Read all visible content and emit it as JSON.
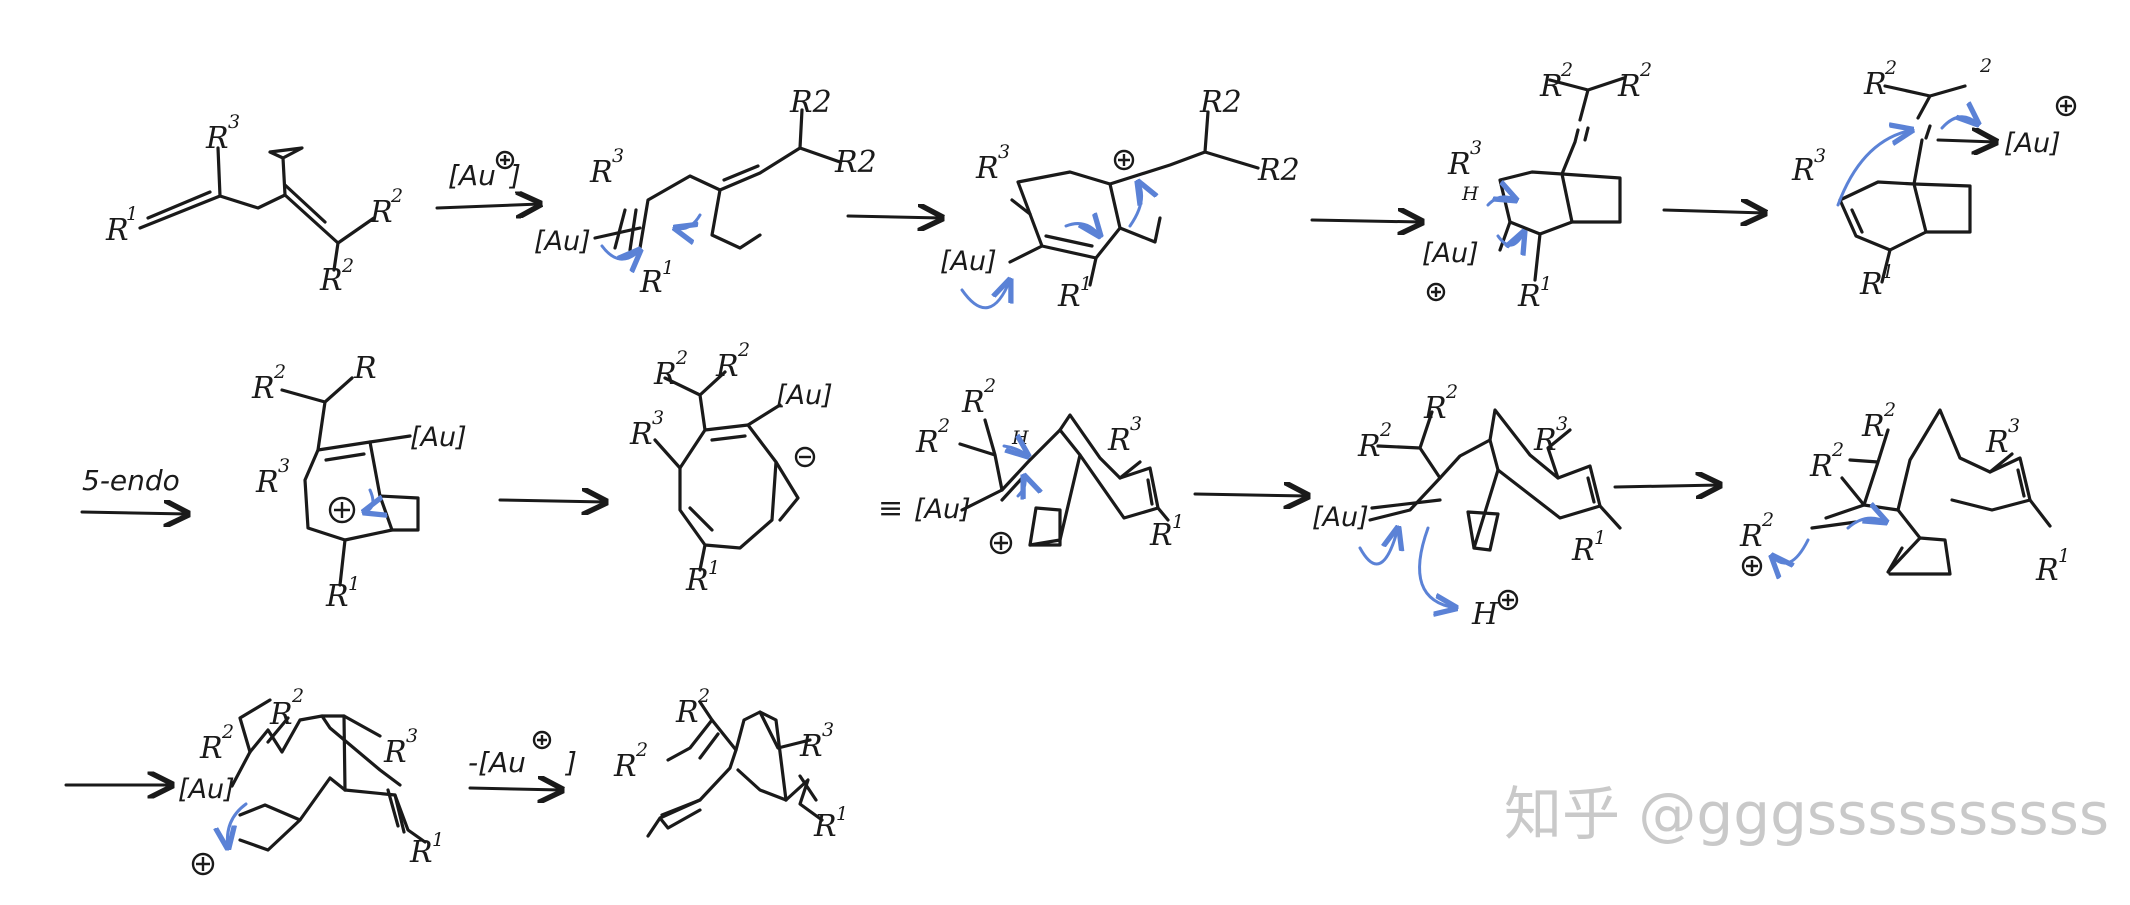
{
  "labels": {
    "r1": "R",
    "r2": "R",
    "r3": "R",
    "r_plain": "R",
    "r2_alt": "R2",
    "sup1": "1",
    "sup2": "2",
    "sup3": "3",
    "sub2": "2",
    "h": "H",
    "au": "[Au]",
    "equiv": "≡"
  },
  "conditions": {
    "add_gold": "[Au",
    "remove_gold": "-[Au",
    "five_endo": "5-endo"
  },
  "watermark": "知乎 @gggssssssssss",
  "colors": {
    "ink": "#1a1a1a",
    "mechanism_arrow": "#5b82d6",
    "watermark": "#c9c9c9",
    "background": "#ffffff"
  }
}
